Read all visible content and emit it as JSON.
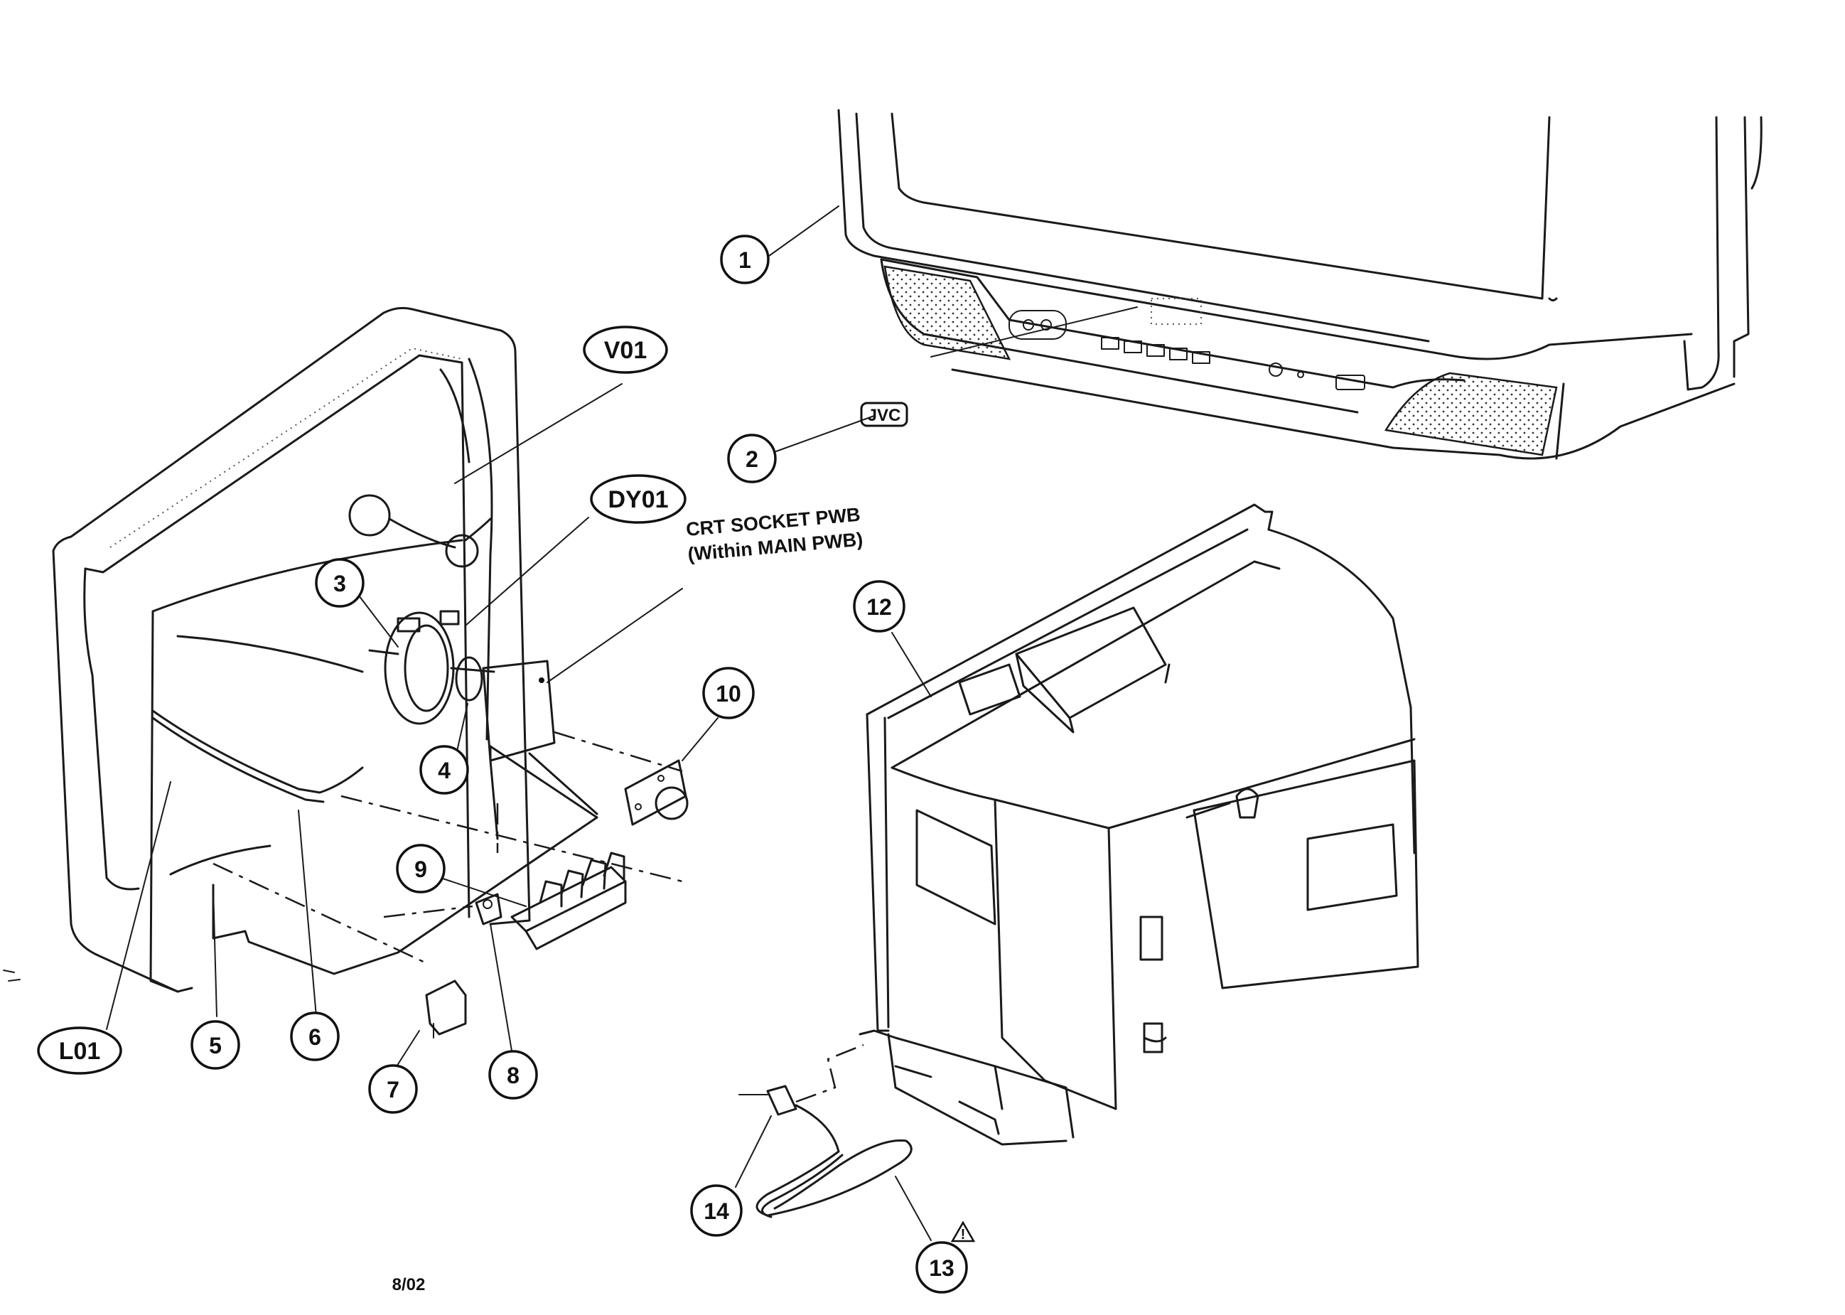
{
  "callouts": {
    "c1": "1",
    "c2": "2",
    "c3": "3",
    "c4": "4",
    "c5": "5",
    "c6": "6",
    "c7": "7",
    "c8": "8",
    "c9": "9",
    "c10": "10",
    "c12": "12",
    "c13": "13",
    "c14": "14",
    "v01": "V01",
    "dy01": "DY01",
    "l01": "L01"
  },
  "labels": {
    "crt_socket_line1": "CRT SOCKET PWB",
    "crt_socket_line2": "(Within MAIN PWB)",
    "brand_badge": "JVC",
    "warning_symbol": "!",
    "date_code": "8/02"
  },
  "icons": {
    "warning": "warning-triangle-icon"
  }
}
